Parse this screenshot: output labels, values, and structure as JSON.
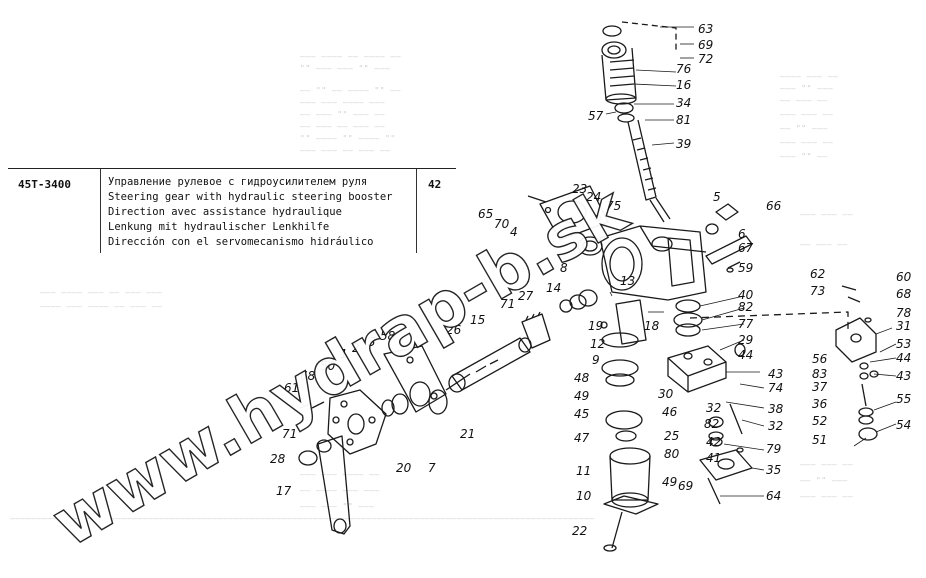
{
  "table": {
    "code": "45T-3400",
    "page": "42",
    "lines": [
      "Управление рулевое с гидроусилителем руля",
      "Steering gear with hydraulic steering booster",
      "Direction avec assistance hydraulique",
      "Lenkung mit hydraulischer Lenkhilfe",
      "Dirección con el servomecanismo hidráulico"
    ]
  },
  "watermark": "www.hydrap-b.sk",
  "callouts": [
    {
      "label": "63"
    },
    {
      "label": "69"
    },
    {
      "label": "72"
    },
    {
      "label": "76"
    },
    {
      "label": "16"
    },
    {
      "label": "34"
    },
    {
      "label": "57"
    },
    {
      "label": "81"
    },
    {
      "label": "39"
    },
    {
      "label": "23"
    },
    {
      "label": "24"
    },
    {
      "label": "65"
    },
    {
      "label": "70"
    },
    {
      "label": "4"
    },
    {
      "label": "75"
    },
    {
      "label": "5"
    },
    {
      "label": "66"
    },
    {
      "label": "6"
    },
    {
      "label": "67"
    },
    {
      "label": "59"
    },
    {
      "label": "8"
    },
    {
      "label": "14"
    },
    {
      "label": "27"
    },
    {
      "label": "71"
    },
    {
      "label": "19"
    },
    {
      "label": "15"
    },
    {
      "label": "13"
    },
    {
      "label": "40"
    },
    {
      "label": "82"
    },
    {
      "label": "77"
    },
    {
      "label": "29"
    },
    {
      "label": "44"
    },
    {
      "label": "62"
    },
    {
      "label": "60"
    },
    {
      "label": "73"
    },
    {
      "label": "68"
    },
    {
      "label": "78"
    },
    {
      "label": "31"
    },
    {
      "label": "53"
    },
    {
      "label": "44"
    },
    {
      "label": "43"
    },
    {
      "label": "56"
    },
    {
      "label": "83"
    },
    {
      "label": "37"
    },
    {
      "label": "36"
    },
    {
      "label": "52"
    },
    {
      "label": "55"
    },
    {
      "label": "51"
    },
    {
      "label": "54"
    },
    {
      "label": "58"
    },
    {
      "label": "26"
    },
    {
      "label": "18"
    },
    {
      "label": "12"
    },
    {
      "label": "9"
    },
    {
      "label": "48"
    },
    {
      "label": "49"
    },
    {
      "label": "45"
    },
    {
      "label": "47"
    },
    {
      "label": "46"
    },
    {
      "label": "25"
    },
    {
      "label": "30"
    },
    {
      "label": "74"
    },
    {
      "label": "43"
    },
    {
      "label": "32"
    },
    {
      "label": "38"
    },
    {
      "label": "32"
    },
    {
      "label": "82"
    },
    {
      "label": "42"
    },
    {
      "label": "41"
    },
    {
      "label": "79"
    },
    {
      "label": "35"
    },
    {
      "label": "80"
    },
    {
      "label": "11"
    },
    {
      "label": "49"
    },
    {
      "label": "69"
    },
    {
      "label": "64"
    },
    {
      "label": "10"
    },
    {
      "label": "22"
    },
    {
      "label": "1"
    },
    {
      "label": "3"
    },
    {
      "label": "2"
    },
    {
      "label": "21"
    },
    {
      "label": "7"
    },
    {
      "label": "50"
    },
    {
      "label": "68"
    },
    {
      "label": "61"
    },
    {
      "label": "71"
    },
    {
      "label": "28"
    },
    {
      "label": "20"
    },
    {
      "label": "17"
    }
  ]
}
